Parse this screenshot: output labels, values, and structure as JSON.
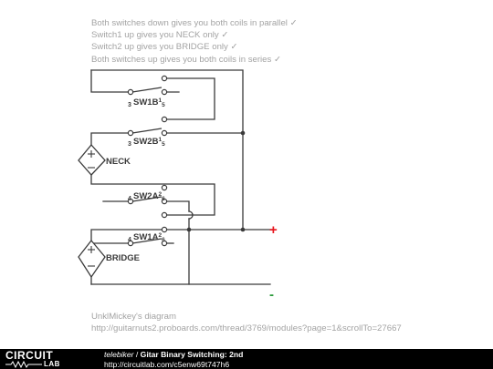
{
  "notes": [
    "Both switches down gives you both coils in parallel ✓",
    "Switch1 up gives you NECK only ✓",
    "Switch2 up gives you BRIDGE only ✓",
    "Both switches up gives you both coils in series ✓"
  ],
  "schematic": {
    "switches": [
      {
        "pin": "3",
        "name": "SW1B",
        "sup": "1",
        "sub": "5"
      },
      {
        "pin": "3",
        "name": "SW2B",
        "sup": "1",
        "sub": "5"
      },
      {
        "pin": "4",
        "name": "SW2A",
        "sup": "2",
        "sub": "6"
      },
      {
        "pin": "4",
        "name": "SW1A",
        "sup": "2",
        "sub": "6"
      }
    ],
    "coils": [
      {
        "label": "NECK"
      },
      {
        "label": "BRIDGE"
      }
    ],
    "terminals": {
      "positive": "+",
      "negative": "-"
    },
    "colors": {
      "wire": "#3a3a3a",
      "positive": "#e8141c",
      "negative": "#2a9a3a"
    }
  },
  "credit": {
    "line1": "UnklMickey's diagram",
    "line2": "http://guitarnuts2.proboards.com/thread/3769/modules?page=1&scrollTo=27667"
  },
  "footer": {
    "brand_top": "CIRCUIT",
    "brand_bottom": "LAB",
    "author": "telebiker",
    "separator": " / ",
    "title": "Gitar Binary Switching: 2nd",
    "url": "http://circuitlab.com/c5enw69t747h6"
  }
}
